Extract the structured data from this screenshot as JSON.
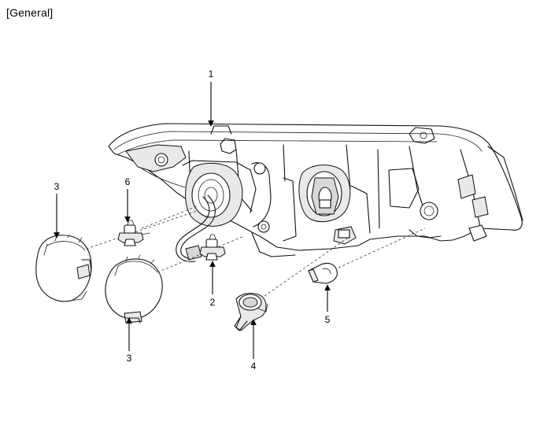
{
  "header": {
    "label": "[General]"
  },
  "callouts": [
    {
      "id": "callout-1",
      "number": "1",
      "part": "headlamp-housing"
    },
    {
      "id": "callout-2",
      "number": "2",
      "part": "bulb-2"
    },
    {
      "id": "callout-3a",
      "number": "3",
      "part": "dust-cap-left"
    },
    {
      "id": "callout-3b",
      "number": "3",
      "part": "dust-cap-right"
    },
    {
      "id": "callout-4",
      "number": "4",
      "part": "bulb-socket-4"
    },
    {
      "id": "callout-5",
      "number": "5",
      "part": "wedge-bulb-5"
    },
    {
      "id": "callout-6",
      "number": "6",
      "part": "bulb-6"
    }
  ]
}
